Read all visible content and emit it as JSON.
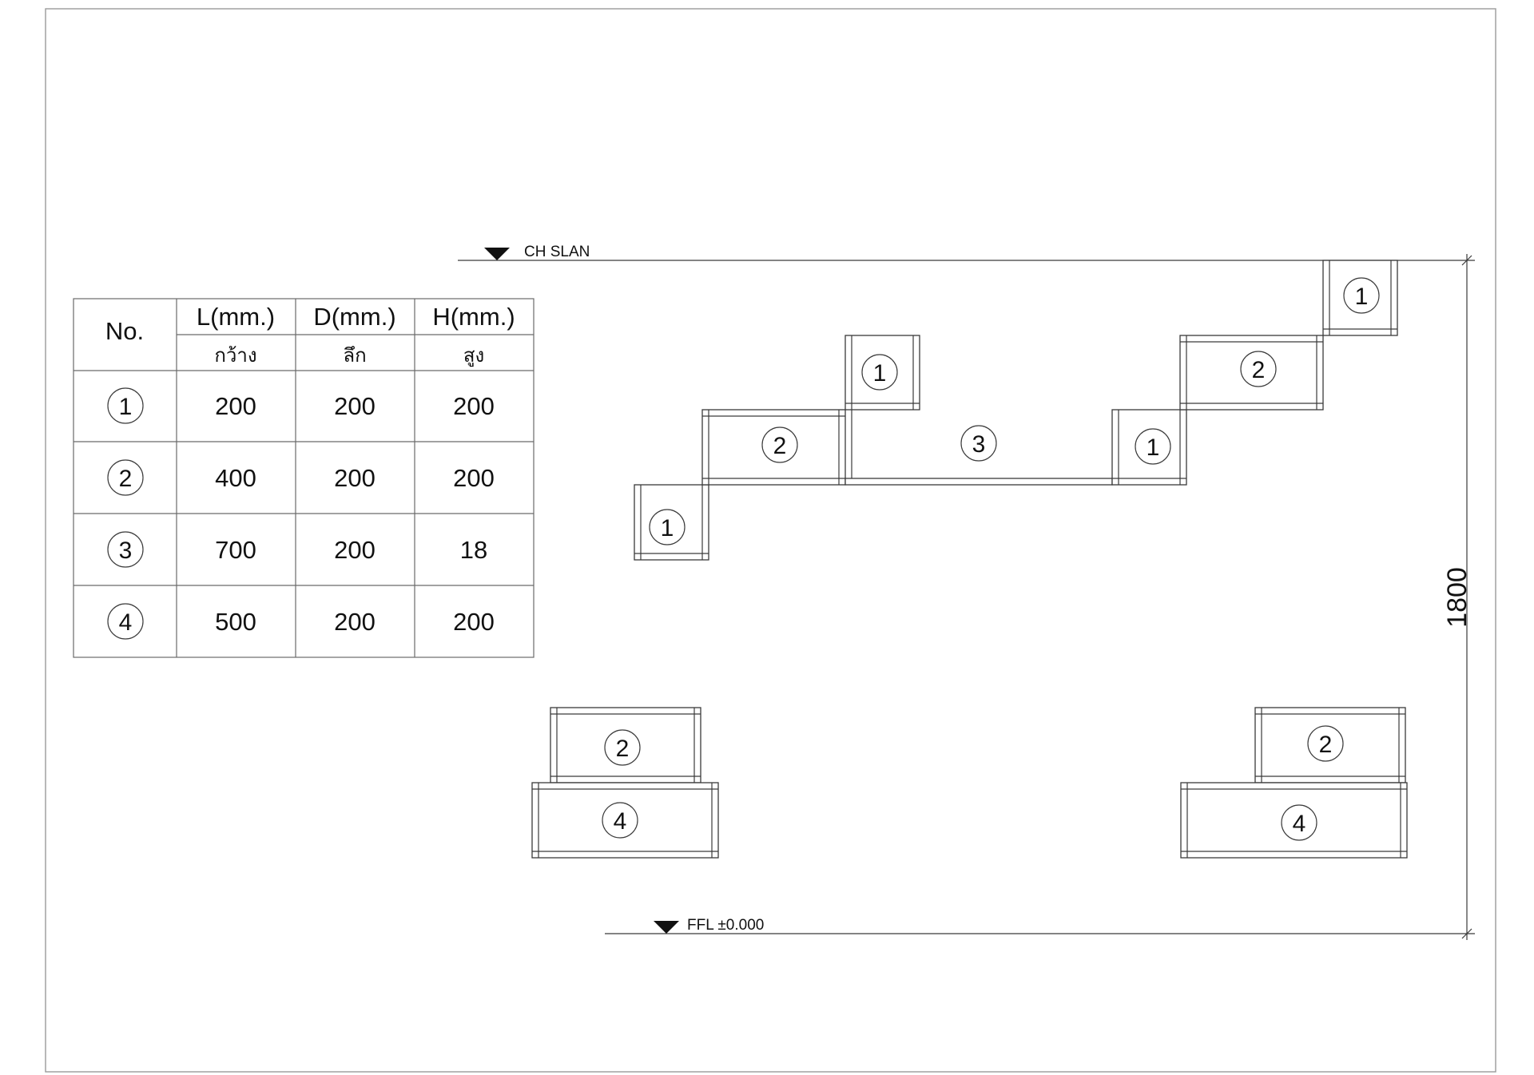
{
  "levels": {
    "top": "CH SLAN",
    "bottom": "FFL ±0.000"
  },
  "dimension": {
    "height": "1800"
  },
  "table": {
    "headers": {
      "no": "No.",
      "l": "L(mm.)",
      "d": "D(mm.)",
      "h": "H(mm.)"
    },
    "subheaders": {
      "l": "กว้าง",
      "d": "ลึก",
      "h": "สูง"
    },
    "rows": [
      {
        "no": "1",
        "l": "200",
        "d": "200",
        "h": "200"
      },
      {
        "no": "2",
        "l": "400",
        "d": "200",
        "h": "200"
      },
      {
        "no": "3",
        "l": "700",
        "d": "200",
        "h": "18"
      },
      {
        "no": "4",
        "l": "500",
        "d": "200",
        "h": "200"
      }
    ]
  },
  "tags": {
    "t1": "1",
    "t2": "2",
    "t3": "3",
    "t4": "4"
  }
}
